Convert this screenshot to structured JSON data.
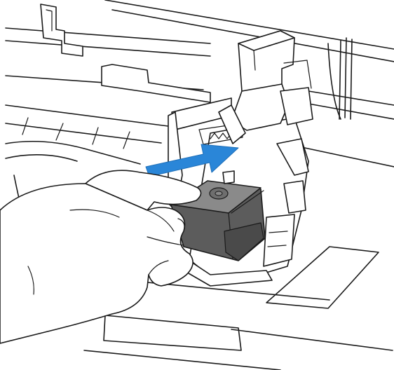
{
  "figure": {
    "kind": "instruction-illustration",
    "colors": {
      "line": "#1a1a1a",
      "background": "#ffffff",
      "cartridge_body": "#5c5c5c",
      "cartridge_top": "#8a8a8a",
      "arrow": "#2a86d8"
    },
    "arrow_direction": "right",
    "icons": [
      "printer-interior",
      "ink-cartridge",
      "cartridge-holder",
      "hand",
      "insertion-arrow"
    ]
  }
}
